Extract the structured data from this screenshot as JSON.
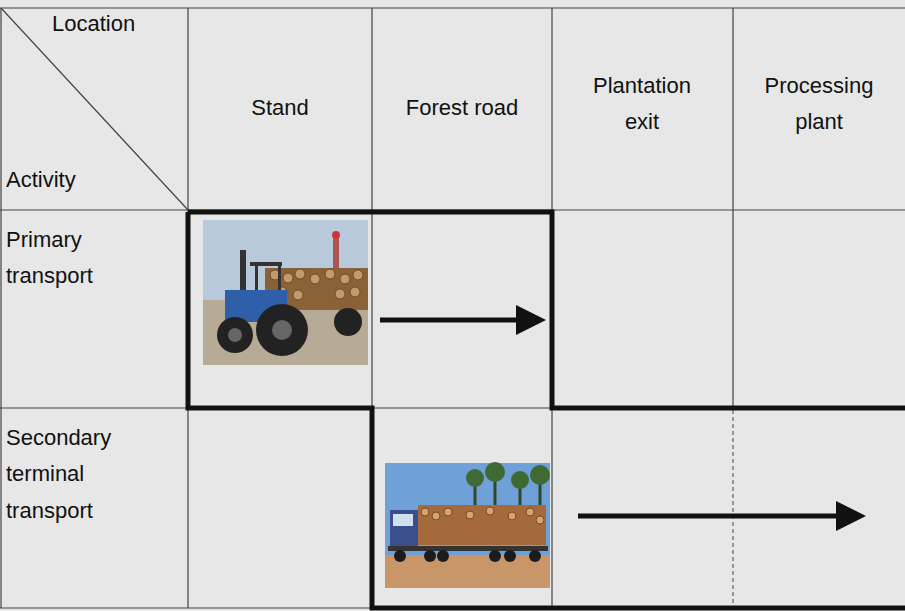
{
  "diagram": {
    "labels": [
      "Location",
      "Activity",
      "Stand",
      "Forest road",
      "Plantation exit",
      "Processing plant",
      "Primary transport",
      "Secondary terminal transport"
    ]
  }
}
